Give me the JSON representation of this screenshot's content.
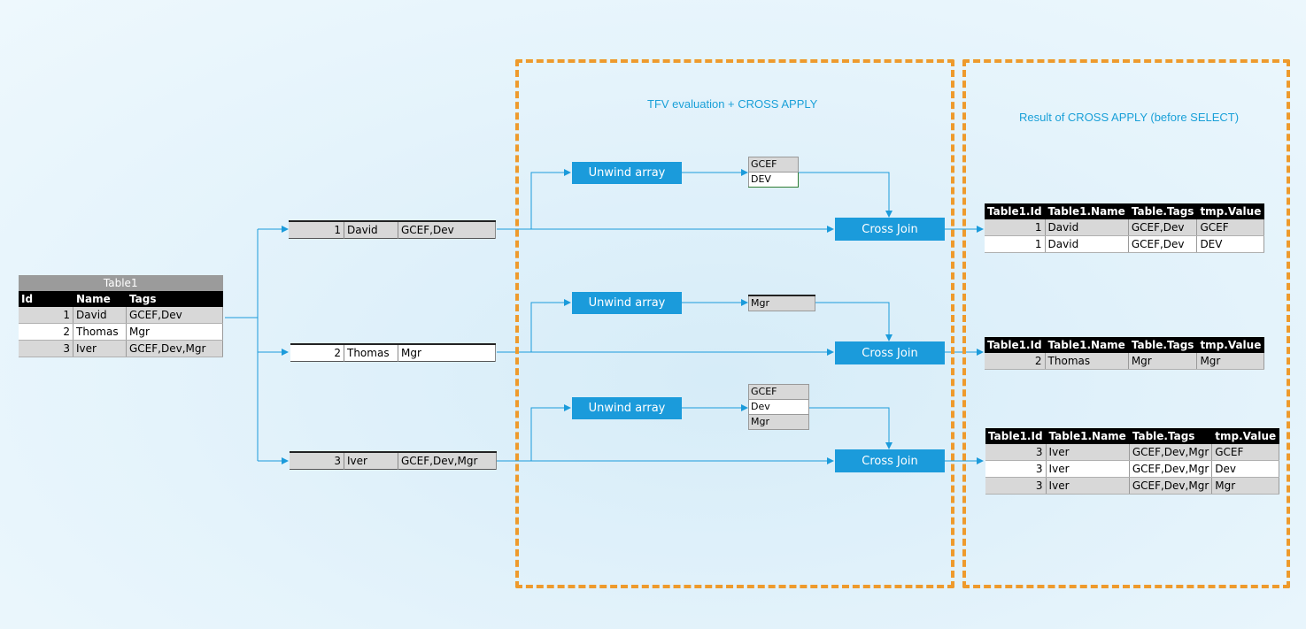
{
  "regions": {
    "tfv_title": "TFV evaluation + CROSS APPLY",
    "result_title": "Result of CROSS APPLY (before SELECT)"
  },
  "source_table": {
    "caption": "Table1",
    "headers": [
      "Id",
      "Name",
      "Tags"
    ],
    "rows": [
      [
        "1",
        "David",
        "GCEF,Dev"
      ],
      [
        "2",
        "Thomas",
        "Mgr"
      ],
      [
        "3",
        "Iver",
        "GCEF,Dev,Mgr"
      ]
    ]
  },
  "split_rows": [
    [
      "1",
      "David",
      "GCEF,Dev"
    ],
    [
      "2",
      "Thomas",
      "Mgr"
    ],
    [
      "3",
      "Iver",
      "GCEF,Dev,Mgr"
    ]
  ],
  "unwind_label": "Unwind array",
  "cross_join_label": "Cross Join",
  "unwound": [
    [
      "GCEF",
      "DEV"
    ],
    [
      "Mgr"
    ],
    [
      "GCEF",
      "Dev",
      "Mgr"
    ]
  ],
  "result_headers": [
    "Table1.Id",
    "Table1.Name",
    "Table.Tags",
    "tmp.Value"
  ],
  "results": [
    [
      [
        "1",
        "David",
        "GCEF,Dev",
        "GCEF"
      ],
      [
        "1",
        "David",
        "GCEF,Dev",
        "DEV"
      ]
    ],
    [
      [
        "2",
        "Thomas",
        "Mgr",
        "Mgr"
      ]
    ],
    [
      [
        "3",
        "Iver",
        "GCEF,Dev,Mgr",
        "GCEF"
      ],
      [
        "3",
        "Iver",
        "GCEF,Dev,Mgr",
        "Dev"
      ],
      [
        "3",
        "Iver",
        "GCEF,Dev,Mgr",
        "Mgr"
      ]
    ]
  ],
  "colors": {
    "accent": "#1b9bdb",
    "dash": "#ee9a2c",
    "title": "#1aa0d8"
  }
}
